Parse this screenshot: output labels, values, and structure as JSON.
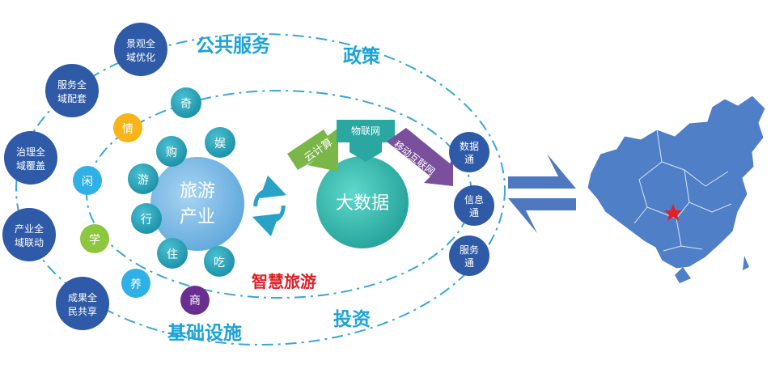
{
  "outer_labels": {
    "public_services": "公共服务",
    "policy": "政策",
    "infrastructure": "基础设施",
    "investment": "投资",
    "smart_tourism": "智慧旅游"
  },
  "left_circles": [
    {
      "line1": "景观全",
      "line2": "域优化"
    },
    {
      "line1": "服务全",
      "line2": "域配套"
    },
    {
      "line1": "治理全",
      "line2": "域覆盖"
    },
    {
      "line1": "产业全",
      "line2": "域联动"
    },
    {
      "line1": "成果全",
      "line2": "民共享"
    }
  ],
  "leisure_circles": [
    {
      "label": "情",
      "color": "#f7b51a"
    },
    {
      "label": "闲",
      "color": "#2fb0e6"
    },
    {
      "label": "学",
      "color": "#8dc63f"
    },
    {
      "label": "养",
      "color": "#2fb0e6"
    },
    {
      "label": "商",
      "color": "#6a2e91"
    }
  ],
  "tourism_core": {
    "line1": "旅游",
    "line2": "产业"
  },
  "tourism_elements": [
    "奇",
    "娱",
    "购",
    "游",
    "行",
    "住",
    "吃"
  ],
  "big_data": {
    "label": "大数据",
    "inputs": [
      {
        "label": "云计算",
        "color": "#7ab648"
      },
      {
        "label": "物联网",
        "color": "#2aa7a0"
      },
      {
        "label": "移动互联网",
        "color": "#7a4f9c"
      }
    ]
  },
  "right_circles": [
    {
      "line1": "数据",
      "line2": "通"
    },
    {
      "line1": "信息",
      "line2": "通"
    },
    {
      "line1": "服务",
      "line2": "通"
    }
  ],
  "colors": {
    "navy": "#2e5aa7",
    "label_blue": "#1aa3d9",
    "smart_red": "#e31e24",
    "teal": "#25a2b8",
    "map_blue": "#4f7fc7",
    "map_star": "#e31e24"
  }
}
